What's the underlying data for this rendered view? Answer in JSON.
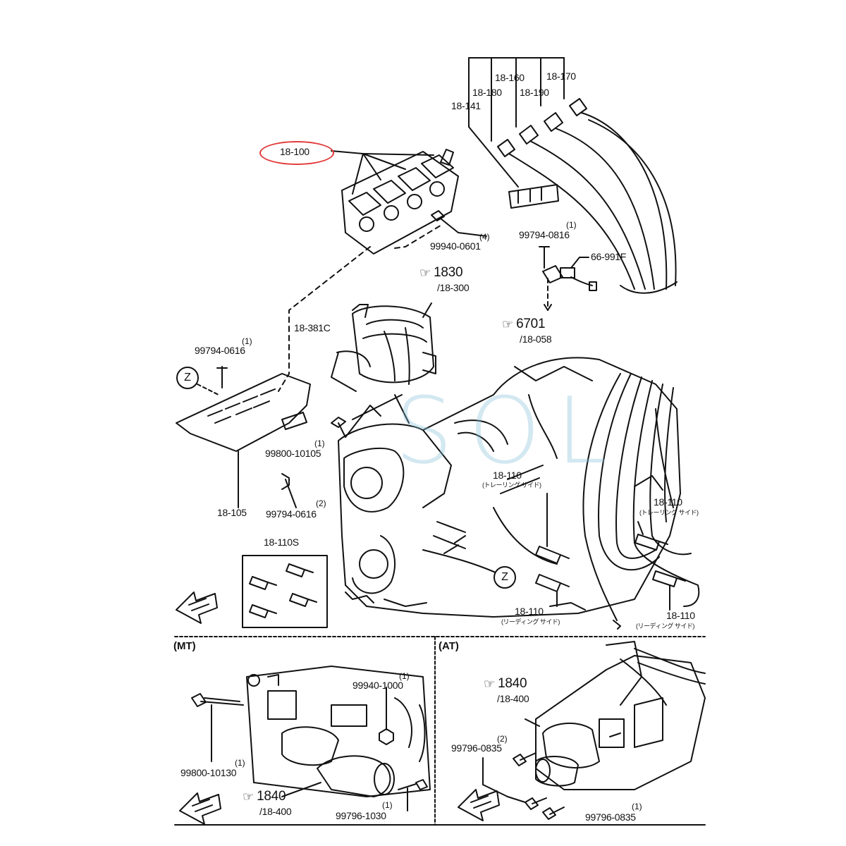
{
  "parts": {
    "coil_pack": "18-100",
    "plug_wire_a": "18-160",
    "plug_wire_b": "18-170",
    "plug_wire_c": "18-180",
    "plug_wire_d": "18-190",
    "wire_bracket": "18-141",
    "coil_bolt": "99940-0601",
    "coil_bolt_qty": "(4)",
    "sensor_bolt": "99794-0816",
    "sensor_bolt_qty": "(1)",
    "sensor_part": "66-991F",
    "ref_6701": "6701",
    "ref_6701_sub": "/18-058",
    "ref_1830": "1830",
    "ref_1830_sub": "/18-300",
    "alternator_bracket": "18-381C",
    "bracket_bolt": "99794-0616",
    "bracket_bolt_qty": "(1)",
    "z_marker": "Z",
    "stud_bolt": "99800-10105",
    "stud_bolt_qty": "(1)",
    "bracket_plate": "18-105",
    "lower_bolt": "99794-0616",
    "lower_bolt_qty": "(2)",
    "plug_set": "18-110S",
    "plug_top": "18-110",
    "plug_top_jp": "(トレーリング サイド)",
    "plug_right": "18-110",
    "plug_right_jp": "(トレーリング サイド)",
    "plug_bottom": "18-110",
    "plug_bottom_jp": "(リーディング サイド)",
    "plug_br": "18-110",
    "plug_br_jp": "(リーディング サイド)"
  },
  "mt": {
    "section": "(MT)",
    "nut": "99940-1000",
    "nut_qty": "(1)",
    "long_bolt": "99800-10130",
    "long_bolt_qty": "(1)",
    "ref_1840": "1840",
    "ref_1840_sub": "/18-400",
    "bolt": "99796-1030",
    "bolt_qty": "(1)"
  },
  "at": {
    "section": "(AT)",
    "ref_1840": "1840",
    "ref_1840_sub": "/18-400",
    "bolt_a": "99796-0835",
    "bolt_a_qty": "(2)",
    "bolt_b": "99796-0835",
    "bolt_b_qty": "(1)"
  },
  "watermark": "SOL",
  "colors": {
    "ink": "#111111",
    "highlight": "#e23a3a",
    "watermark": "#82bed7"
  }
}
